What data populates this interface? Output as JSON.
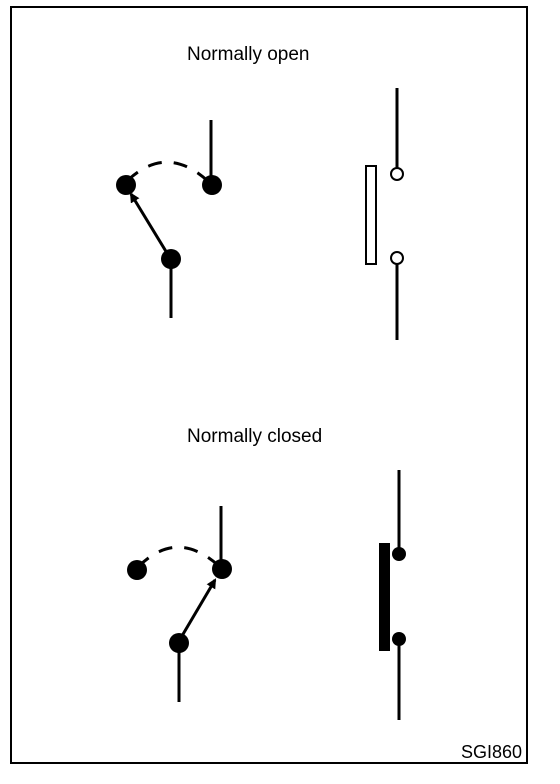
{
  "sections": {
    "normally_open": {
      "title": "Normally open"
    },
    "normally_closed": {
      "title": "Normally closed"
    }
  },
  "figure_code": "SGI860"
}
